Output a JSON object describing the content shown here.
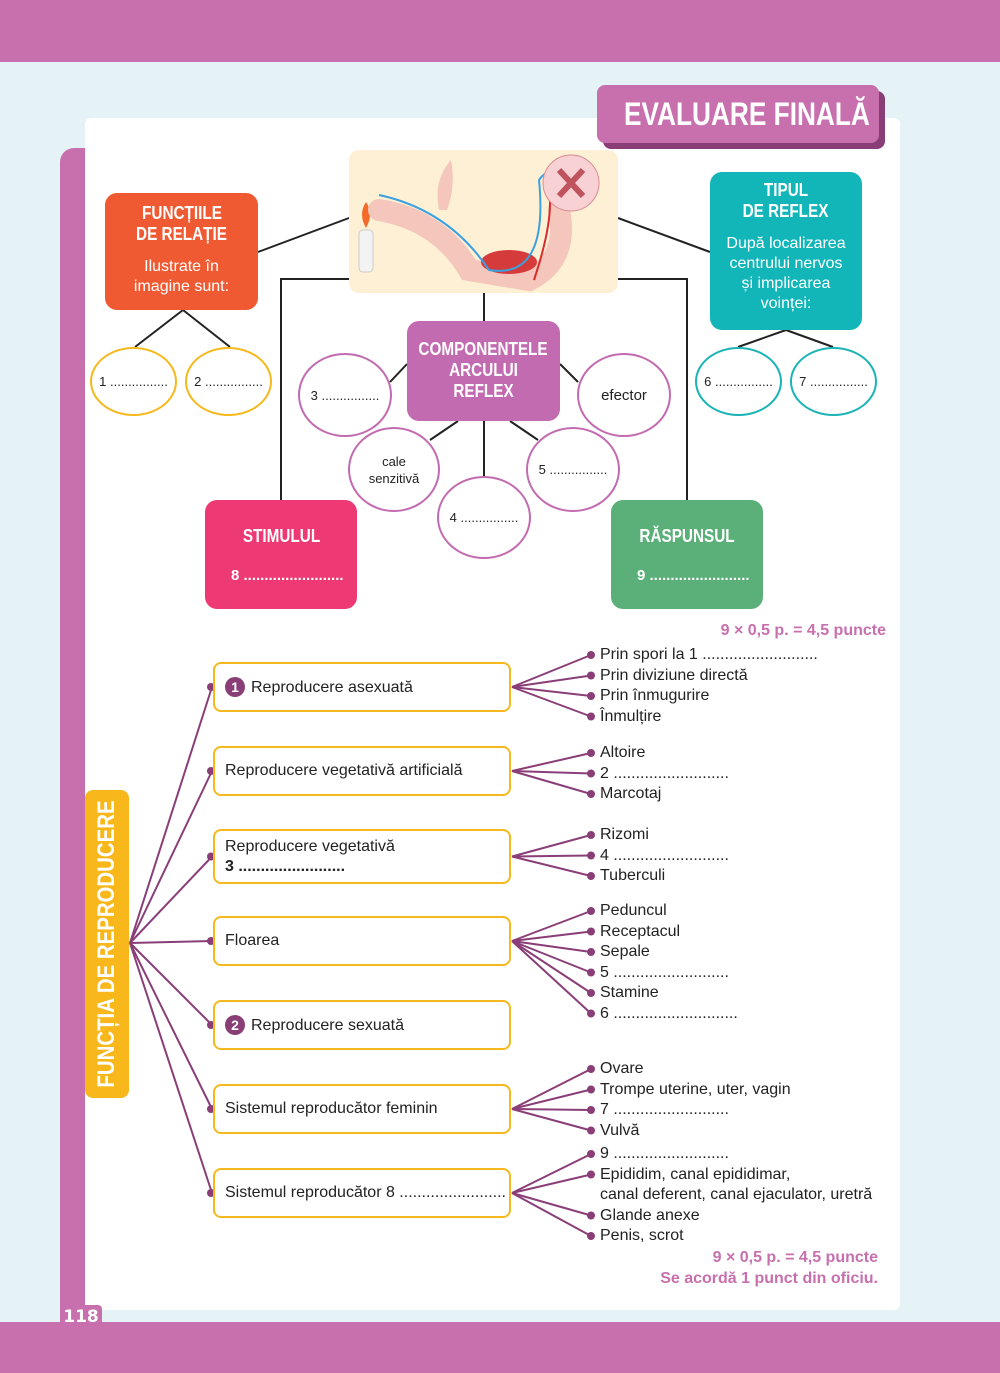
{
  "page_number": "118",
  "title": "EVALUARE FINALĂ",
  "reflex": {
    "functii": {
      "title1": "FUNCȚIILE",
      "title2": "DE RELAȚIE",
      "text1": "Ilustrate în",
      "text2": "imagine sunt:",
      "c1": "1 ................",
      "c2": "2 ................"
    },
    "tipul": {
      "title1": "TIPUL",
      "title2": "DE REFLEX",
      "text1": "După localizarea",
      "text2": "centrului nervos",
      "text3": "și implicarea",
      "text4": "voinței:",
      "c6": "6 ................",
      "c7": "7 ................"
    },
    "comp": {
      "title1": "COMPONENTELE",
      "title2": "ARCULUI",
      "title3": "REFLEX",
      "c3": "3 ................",
      "efector": "efector",
      "cale1": "cale",
      "cale2": "senzitivă",
      "c4": "4 ................",
      "c5": "5 ................"
    },
    "stimulul": {
      "title": "STIMULUL",
      "fill": "8 ........................"
    },
    "raspunsul": {
      "title": "RĂSPUNSUL",
      "fill": "9 ........................"
    },
    "score": "9 × 0,5 p. = 4,5 puncte"
  },
  "reproducere": {
    "label": "FUNCȚIA DE REPRODUCERE",
    "groups": [
      {
        "num": "1",
        "label": "Reproducere asexuată",
        "items": [
          "Prin spori la 1 ..........................",
          "Prin diviziune directă",
          "Prin înmugurire",
          "Înmulțire"
        ]
      },
      {
        "label": "Reproducere vegetativă artificială",
        "items": [
          "Altoire",
          "2 ..........................",
          "Marcotaj"
        ]
      },
      {
        "label": "Reproducere vegetativă",
        "label2": "3 ........................",
        "items": [
          "Rizomi",
          "4 ..........................",
          "Tuberculi"
        ]
      },
      {
        "label": "Floarea",
        "items": [
          "Peduncul",
          "Receptacul",
          "Sepale",
          "5 ..........................",
          "Stamine",
          "6 ............................"
        ]
      },
      {
        "num": "2",
        "label": "Reproducere sexuată",
        "items": []
      },
      {
        "label": "Sistemul reproducător feminin",
        "items": [
          "Ovare",
          "Trompe uterine, uter, vagin",
          "7 ..........................",
          "Vulvă"
        ]
      },
      {
        "label": "Sistemul reproducător 8 ........................",
        "items": [
          "9 ..........................",
          "Epididim, canal epididimar,",
          "canal deferent, canal ejaculator, uretră",
          "Glande anexe",
          "Penis, scrot"
        ]
      }
    ],
    "score": "9 × 0,5 p. = 4,5 puncte",
    "bonus": "Se acordă 1 punct din oficiu."
  },
  "colors": {
    "pink": "#c86fae",
    "orange": "#f05a32",
    "teal": "#12b5b8",
    "magenta": "#ee3a74",
    "green": "#5bb07a",
    "yellow": "#f8b81c",
    "purple": "#8a3e78"
  }
}
